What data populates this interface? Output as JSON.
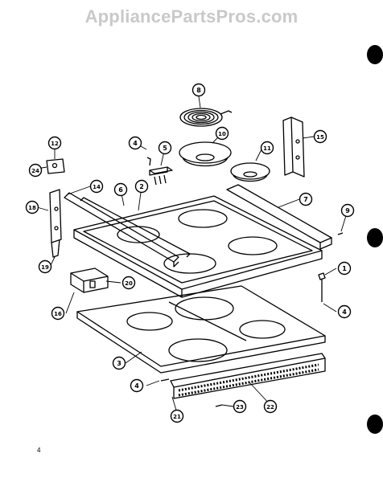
{
  "watermark": "AppliancePartsPros.com",
  "page_number": "4",
  "callouts": [
    "1",
    "2",
    "3",
    "4",
    "5",
    "6",
    "7",
    "8",
    "9",
    "10",
    "11",
    "12",
    "14",
    "15",
    "16",
    "18",
    "19",
    "20",
    "21",
    "22",
    "23",
    "24"
  ]
}
